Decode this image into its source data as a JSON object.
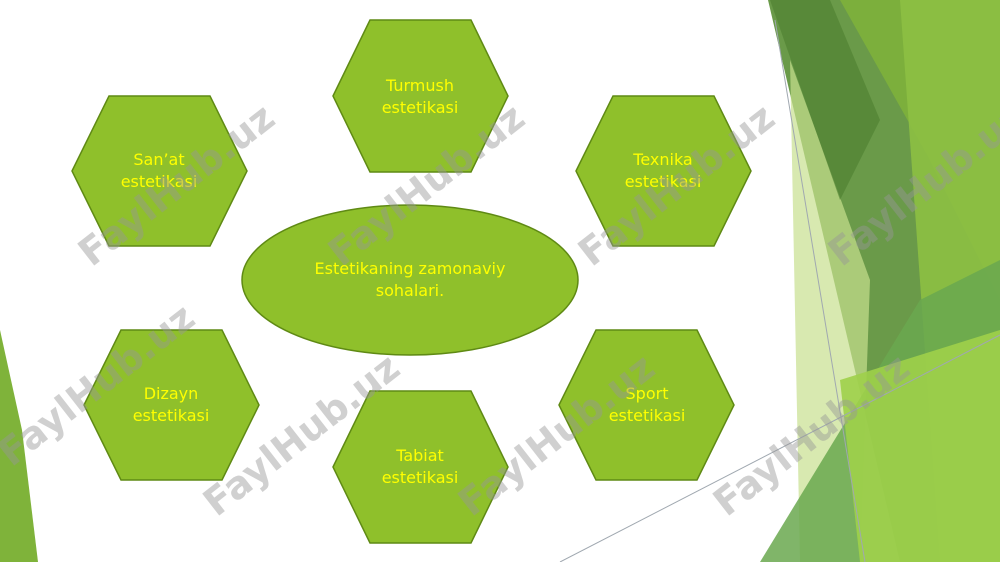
{
  "colors": {
    "shape_fill": "#8fc02b",
    "shape_stroke": "#5f8a14",
    "label_text": "#ffff00",
    "accent_dark": "#4e8a2a",
    "accent_light": "#c8df8e"
  },
  "diagram": {
    "center": {
      "label": "Estetikaning zamonaviy\nsohalari."
    },
    "hexagons": [
      {
        "id": "turmush",
        "label": "Turmush\nestetikasi"
      },
      {
        "id": "sanat",
        "label": "San’at\nestetikasi"
      },
      {
        "id": "texnika",
        "label": "Texnika\nestetikasi"
      },
      {
        "id": "dizayn",
        "label": "Dizayn\nestetikasi"
      },
      {
        "id": "sport",
        "label": "Sport\nestetikasi"
      },
      {
        "id": "tabiat",
        "label": "Tabiat\nestetikasi"
      }
    ]
  },
  "watermark": {
    "text": "FaylHub.uz"
  }
}
